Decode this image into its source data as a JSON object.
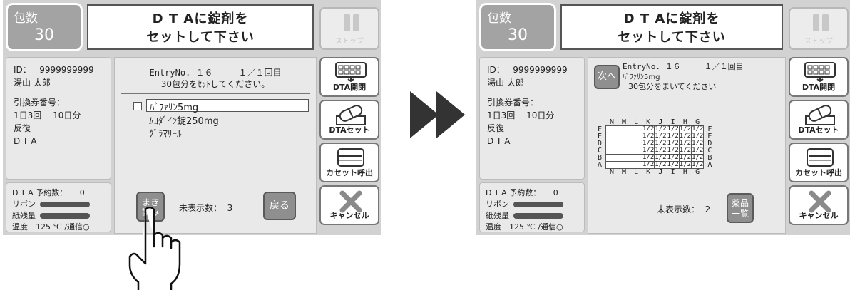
{
  "left": {
    "pack_label": "包数",
    "pack_count": "30",
    "title_line1": "D T Aに錠剤を",
    "title_line2": "セットして下さい",
    "stop_label": "ストップ",
    "patient": {
      "id_label": "ID：",
      "id_value": "9999999999",
      "name": "湯山 太郎",
      "ticket_label": "引換券番号：",
      "dose": "1日3回　 10日分",
      "repeat": "反復",
      "machine": "D T A"
    },
    "status": {
      "reserve_label": "D T A 予約数：",
      "reserve_value": "0",
      "ribbon": "リボン",
      "paper": "紙残量",
      "temp": "温度　125 ℃ /通信○"
    },
    "entry_header": "EntryNo. １６　　　１／１回目",
    "entry_sub": "30包分をｾｯﾄしてください。",
    "drugs": [
      "ﾊﾞﾌｧﾘﾝ5mg",
      "ﾑｺﾀﾞｲﾝ錠250mg",
      "ｸﾞﾗﾏﾘｰﾙ"
    ],
    "bottom_btn": "まき\n読み",
    "remaining_label": "未表示数：",
    "remaining_value": "3",
    "back_btn": "戻る",
    "right_buttons": [
      "DTA開閉",
      "DTAセット",
      "カセット呼出",
      "キャンセル"
    ]
  },
  "right": {
    "pack_label": "包数",
    "pack_count": "30",
    "title_line1": "D T Aに錠剤を",
    "title_line2": "セットして下さい",
    "stop_label": "ストップ",
    "patient": {
      "id_label": "ID：",
      "id_value": "9999999999",
      "name": "湯山 太郎",
      "ticket_label": "引換券番号：",
      "dose": "1日3回　 10日分",
      "repeat": "反復",
      "machine": "D T A"
    },
    "status": {
      "reserve_label": "D T A 予約数：",
      "reserve_value": "0",
      "ribbon": "リボン",
      "paper": "紙残量",
      "temp": "温度　125 ℃ /通信○"
    },
    "next_btn": "次へ",
    "entry_header": "EntryNo. １６　　　１／１回目",
    "entry_drug": "ﾊﾞﾌｧﾘﾝ5mg",
    "entry_sub": "30包分をまいてください",
    "grid_cols": [
      "N",
      "M",
      "L",
      "K",
      "J",
      "I",
      "H",
      "G"
    ],
    "grid_rows": [
      "F",
      "E",
      "D",
      "C",
      "B",
      "A"
    ],
    "grid_cell_value": "1/2",
    "grid_filled_cols": 5,
    "remaining_label": "未表示数：",
    "remaining_value": "2",
    "drug_list_btn": "薬品\n一覧",
    "right_buttons": [
      "DTA開閉",
      "DTAセット",
      "カセット呼出",
      "キャンセル"
    ]
  }
}
